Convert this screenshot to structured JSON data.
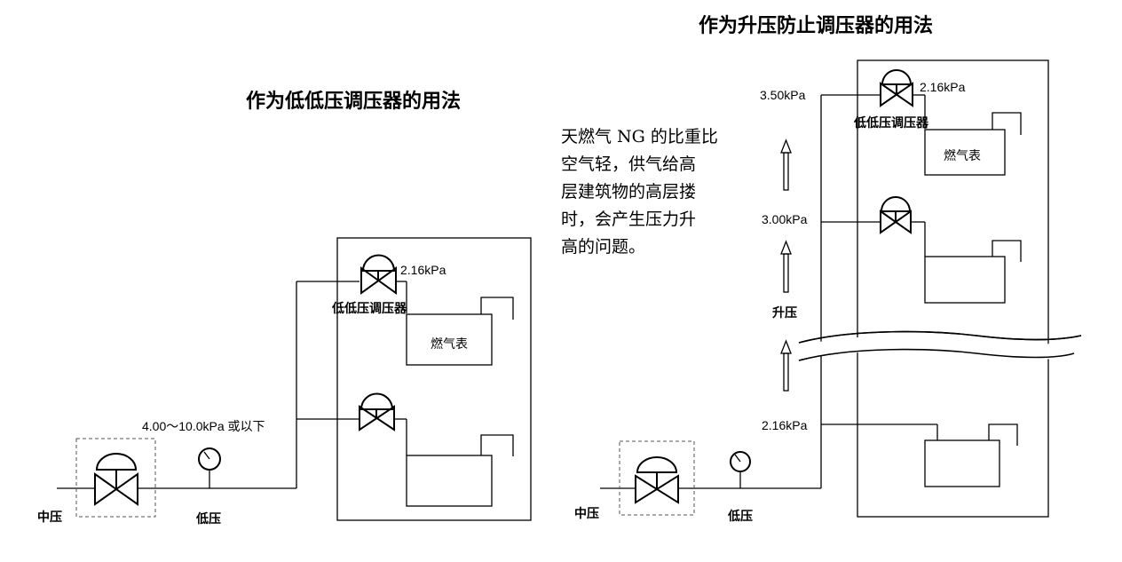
{
  "left": {
    "title": "作为低低压调压器的用法",
    "pressure_top": "2.16kPa",
    "regulator_label": "低低压调压器",
    "meter_label": "燃气表",
    "supply_range": "4.00～10.0kPa 或以下",
    "label_medium": "中压",
    "label_low": "低压"
  },
  "right": {
    "title": "作为升压防止调压器的用法",
    "pressure_350": "3.50kPa",
    "pressure_top": "2.16kPa",
    "regulator_label": "低低压调压器",
    "meter_label": "燃气表",
    "pressure_300": "3.00kPa",
    "rise_label": "升压",
    "pressure_216": "2.16kPa",
    "label_medium": "中压",
    "label_low": "低压"
  },
  "note": {
    "lines": [
      "天燃气 NG 的比重比",
      "空气轻，供气给高",
      "层建筑物的高层搂",
      "时，会产生压力升",
      "高的问题。"
    ]
  }
}
